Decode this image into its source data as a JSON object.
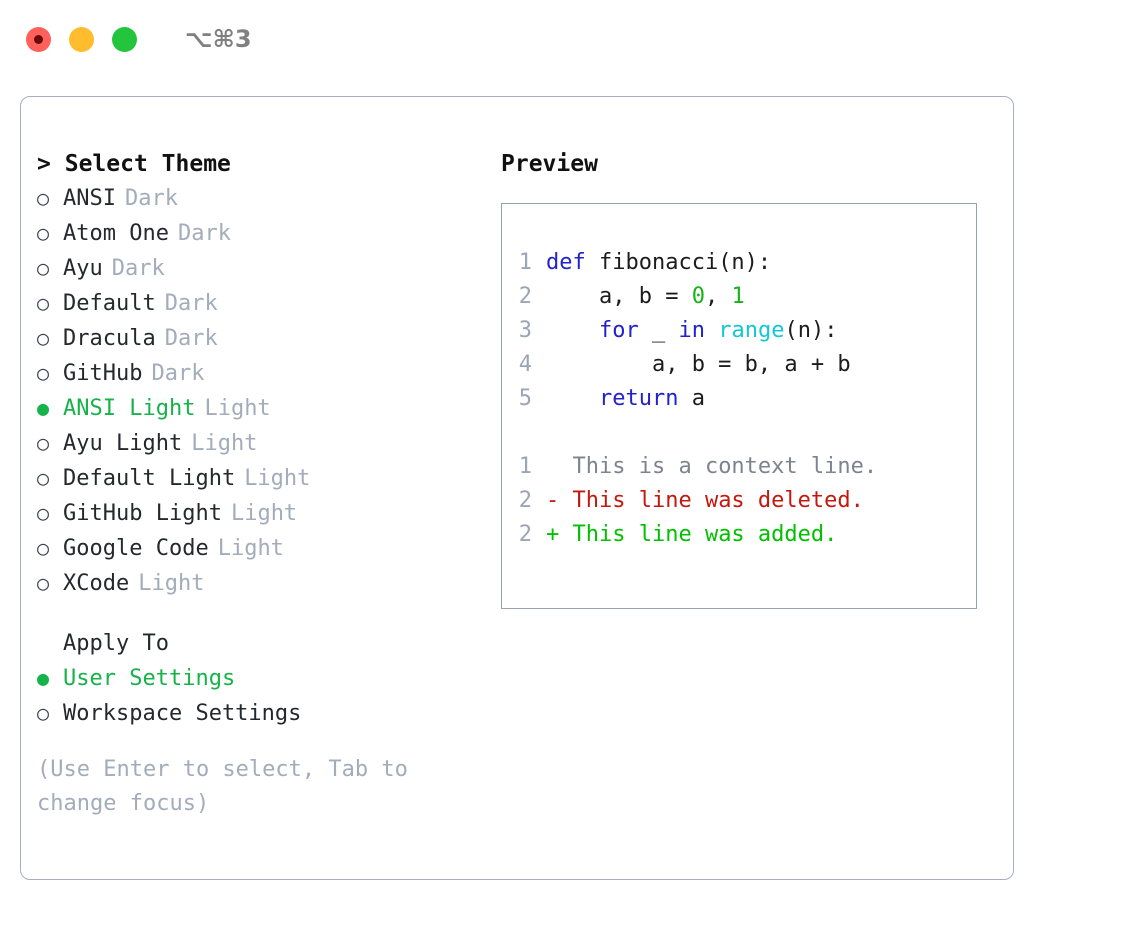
{
  "window": {
    "title": "⌥⌘3",
    "controls": [
      {
        "name": "close",
        "color": "#ff605c"
      },
      {
        "name": "minimize",
        "color": "#ffbd2e"
      },
      {
        "name": "maximize",
        "color": "#23c53c"
      }
    ]
  },
  "colors": {
    "accent_green": "#15b34a",
    "muted": "#a3acba",
    "border": "#a6b0bd",
    "code_border": "#93a1b0",
    "keyword": "#2222cc",
    "function": "#13c7d4",
    "number": "#17b317",
    "linenum": "#9aa5b8",
    "diff_context": "#7c848f",
    "diff_deleted": "#c4180f",
    "diff_added": "#00c000"
  },
  "theme_picker": {
    "heading": "Select Theme",
    "caret": ">",
    "bullet_unselected": "○",
    "bullet_selected": "●",
    "items": [
      {
        "label": "ANSI",
        "suffix": "Dark",
        "selected": false
      },
      {
        "label": "Atom One",
        "suffix": "Dark",
        "selected": false
      },
      {
        "label": "Ayu",
        "suffix": "Dark",
        "selected": false
      },
      {
        "label": "Default",
        "suffix": "Dark",
        "selected": false
      },
      {
        "label": "Dracula",
        "suffix": "Dark",
        "selected": false
      },
      {
        "label": "GitHub",
        "suffix": "Dark",
        "selected": false
      },
      {
        "label": "ANSI Light",
        "suffix": "Light",
        "selected": true
      },
      {
        "label": "Ayu Light",
        "suffix": "Light",
        "selected": false
      },
      {
        "label": "Default Light",
        "suffix": "Light",
        "selected": false
      },
      {
        "label": "GitHub Light",
        "suffix": "Light",
        "selected": false
      },
      {
        "label": "Google Code",
        "suffix": "Light",
        "selected": false
      },
      {
        "label": "XCode",
        "suffix": "Light",
        "selected": false
      }
    ]
  },
  "apply_to": {
    "heading": "Apply To",
    "items": [
      {
        "label": "User Settings",
        "selected": true
      },
      {
        "label": "Workspace Settings",
        "selected": false
      }
    ]
  },
  "hint": "(Use Enter to select, Tab to change focus)",
  "preview": {
    "heading": "Preview",
    "code_lines": [
      {
        "num": "1",
        "tokens": [
          {
            "text": "def ",
            "type": "kw"
          },
          {
            "text": "fibonacci(n):",
            "type": "id"
          }
        ]
      },
      {
        "num": "2",
        "tokens": [
          {
            "text": "    a, b = ",
            "type": "id"
          },
          {
            "text": "0",
            "type": "num"
          },
          {
            "text": ", ",
            "type": "id"
          },
          {
            "text": "1",
            "type": "num"
          }
        ]
      },
      {
        "num": "3",
        "tokens": [
          {
            "text": "    ",
            "type": "id"
          },
          {
            "text": "for ",
            "type": "kw"
          },
          {
            "text": "_ ",
            "type": "id"
          },
          {
            "text": "in ",
            "type": "kw"
          },
          {
            "text": "range",
            "type": "fn"
          },
          {
            "text": "(n):",
            "type": "id"
          }
        ]
      },
      {
        "num": "4",
        "tokens": [
          {
            "text": "        a, b = b, a + b",
            "type": "id"
          }
        ]
      },
      {
        "num": "5",
        "tokens": [
          {
            "text": "    ",
            "type": "id"
          },
          {
            "text": "return ",
            "type": "kw"
          },
          {
            "text": "a",
            "type": "id"
          }
        ]
      }
    ],
    "diff_lines": [
      {
        "num": "1",
        "marker": " ",
        "text": " This is a context line.",
        "kind": "ctx"
      },
      {
        "num": "2",
        "marker": "-",
        "text": " This line was deleted.",
        "kind": "del"
      },
      {
        "num": "2",
        "marker": "+",
        "text": " This line was added.",
        "kind": "add"
      }
    ]
  }
}
